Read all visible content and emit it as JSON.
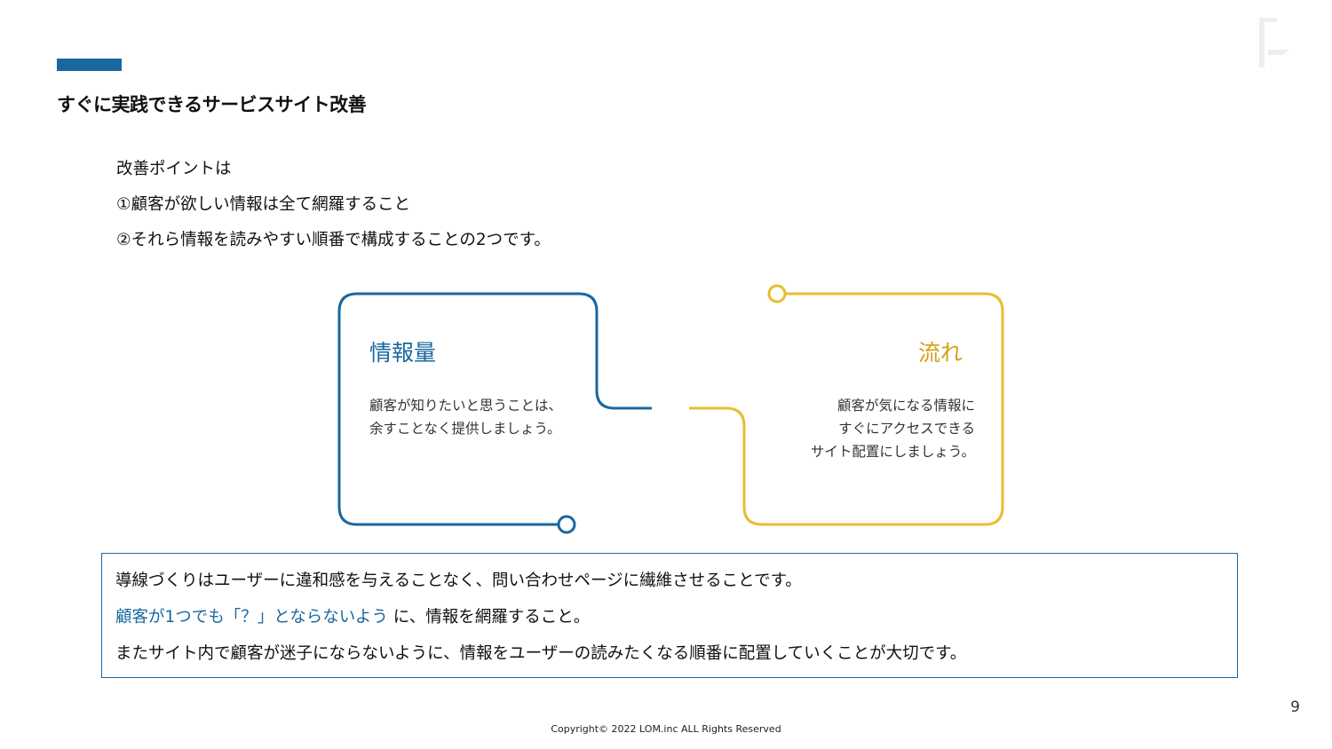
{
  "header": {
    "title": "すぐに実践できるサービスサイト改善"
  },
  "intro": {
    "line1": "改善ポイントは",
    "line2": "①顧客が欲しい情報は全て網羅すること",
    "line3": "②それら情報を読みやすい順番で構成することの2つです。"
  },
  "diagram": {
    "left_card": {
      "title": "情報量",
      "body_line1": "顧客が知りたいと思うことは、",
      "body_line2": "余すことなく提供しましょう。"
    },
    "right_card": {
      "title": "流れ",
      "body_line1": "顧客が気になる情報に",
      "body_line2": "すぐにアクセスできる",
      "body_line3": "サイト配置にしましょう。"
    },
    "colors": {
      "left": "#1a67a0",
      "right": "#e8bd30"
    }
  },
  "summary": {
    "line1": "導線づくりはユーザーに違和感を与えることなく、問い合わせページに繊維させることです。",
    "line2_highlight": "顧客が1つでも「？」とならないよう",
    "line2_rest": "に、情報を網羅すること。",
    "line3": "またサイト内で顧客が迷子にならないように、情報をユーザーの読みたくなる順番に配置していくことが大切です。"
  },
  "footer": {
    "page_number": "9",
    "copyright": "Copyright© 2022 LOM.inc ALL Rights Reserved"
  }
}
